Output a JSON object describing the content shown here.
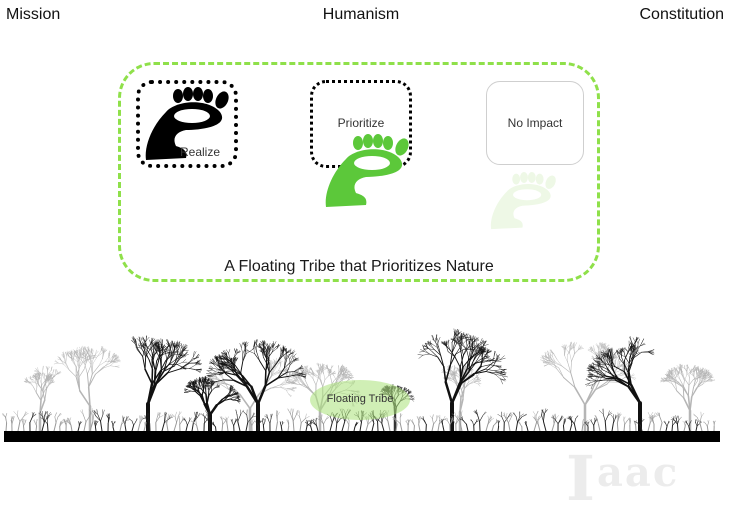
{
  "header": {
    "left": "Mission",
    "center": "Humanism",
    "right": "Constitution"
  },
  "frame": {
    "caption": "A Floating Tribe that Prioritizes Nature",
    "border_color": "#8fe04a"
  },
  "stages": [
    {
      "label": "Realize",
      "footprint_color": "#000000",
      "footprint_icon": "footprint-icon"
    },
    {
      "label": "Prioritize",
      "footprint_color": "#5cc83a",
      "footprint_icon": "footprint-icon"
    },
    {
      "label": "No Impact",
      "footprint_color": "#eef8e6",
      "footprint_icon": "footprint-icon"
    }
  ],
  "scene": {
    "tribe_label": "Floating Tribe",
    "tribe_color": "#c5ec9f"
  },
  "watermark": {
    "text": "Iaac"
  }
}
